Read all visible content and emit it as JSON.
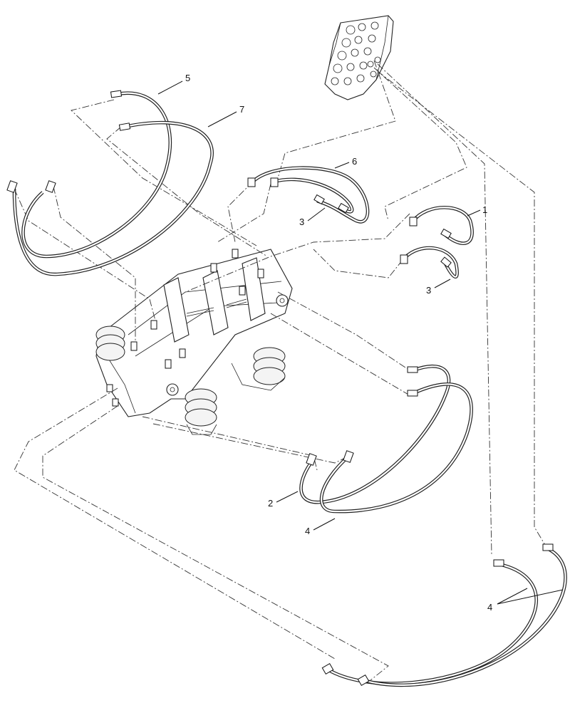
{
  "diagram": {
    "callouts": {
      "c1": "1",
      "c2": "2",
      "c3a": "3",
      "c3b": "3",
      "c4a": "4",
      "c4b": "4",
      "c5": "5",
      "c6": "6",
      "c7": "7"
    }
  }
}
